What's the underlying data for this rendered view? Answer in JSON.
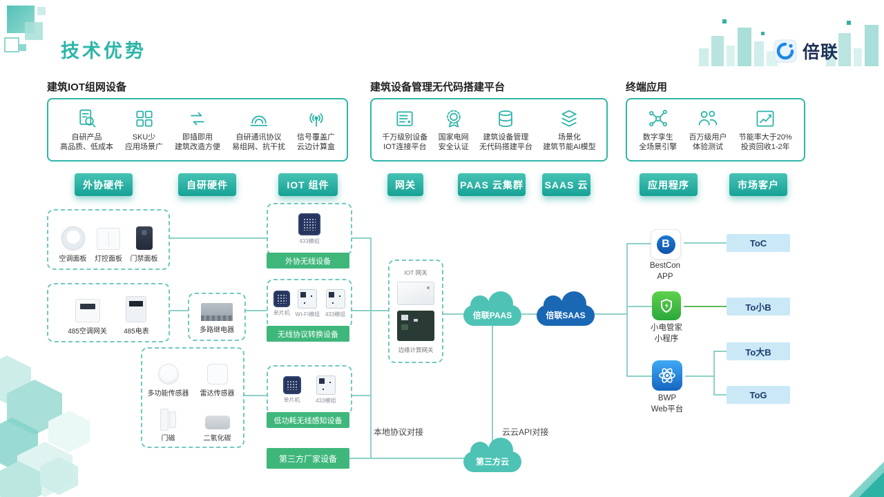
{
  "header": {
    "title": "技术优势",
    "brand": "倍联"
  },
  "sections": {
    "iot_devices": {
      "heading": "建筑IOT组网设备",
      "features": [
        {
          "icon": "self-developed-product-icon",
          "line1": "自研产品",
          "line2": "高品质、低成本"
        },
        {
          "icon": "sku-grid-icon",
          "line1": "SKU少",
          "line2": "应用场景广"
        },
        {
          "icon": "plug-and-play-icon",
          "line1": "即插即用",
          "line2": "建筑改造方便"
        },
        {
          "icon": "protocol-antenna-icon",
          "line1": "自研通讯协议",
          "line2": "易组网、抗干扰"
        },
        {
          "icon": "signal-coverage-icon",
          "line1": "信号覆盖广",
          "line2": "云边计算盒"
        }
      ]
    },
    "platform": {
      "heading": "建筑设备管理无代码搭建平台",
      "features": [
        {
          "icon": "iot-connect-platform-icon",
          "line1": "千万级别设备",
          "line2": "IOT连接平台"
        },
        {
          "icon": "security-cert-icon",
          "line1": "国家电网",
          "line2": "安全认证"
        },
        {
          "icon": "nocode-database-icon",
          "line1": "建筑设备管理",
          "line2": "无代码搭建平台"
        },
        {
          "icon": "ai-model-layers-icon",
          "line1": "场景化",
          "line2": "建筑节能AI模型"
        }
      ]
    },
    "terminal": {
      "heading": "终端应用",
      "features": [
        {
          "icon": "digital-twin-icon",
          "line1": "数字孪生",
          "line2": "全场景引擎"
        },
        {
          "icon": "million-users-icon",
          "line1": "百万级用户",
          "line2": "体验测试"
        },
        {
          "icon": "energy-saving-icon",
          "line1": "节能率大于20%",
          "line2": "投资回收1-2年"
        }
      ]
    }
  },
  "pills": [
    {
      "label": "外协硬件"
    },
    {
      "label": "自研硬件"
    },
    {
      "label": "IOT 组件"
    },
    {
      "label": "网关"
    },
    {
      "label": "PAAS 云集群"
    },
    {
      "label": "SAAS 云"
    },
    {
      "label": "应用程序"
    },
    {
      "label": "市场客户"
    }
  ],
  "devices": {
    "external_group1": [
      {
        "label": "空调面板"
      },
      {
        "label": "灯控面板"
      },
      {
        "label": "门禁面板"
      }
    ],
    "external_group2": [
      {
        "label": "485空调网关"
      },
      {
        "label": "485电表"
      }
    ],
    "relay": {
      "label": "多路继电器"
    },
    "sensors": [
      {
        "label": "多功能传感器"
      },
      {
        "label": "雷达传感器"
      },
      {
        "label": "门磁"
      },
      {
        "label": "二氧化碳"
      }
    ]
  },
  "iot_components": {
    "comp1": {
      "chips": [
        {
          "label": "433模组"
        }
      ],
      "tag": "外协无线设备"
    },
    "comp2": {
      "chips": [
        {
          "label": "单片机"
        },
        {
          "label": "WI-FI模组"
        },
        {
          "label": "433模组"
        }
      ],
      "tag": "无线协议转换设备"
    },
    "comp3": {
      "chips": [
        {
          "label": "单片机"
        },
        {
          "label": "433模组"
        }
      ],
      "tag": "低功耗无线感知设备"
    },
    "third_party_tag": "第三方厂家设备"
  },
  "gateway": {
    "top_label": "IOT 网关",
    "bottom_label": "边缘计算网关"
  },
  "clouds": {
    "paas": {
      "label": "倍联PAAS"
    },
    "saas": {
      "label": "倍联SAAS"
    },
    "third": {
      "label": "第三方云"
    }
  },
  "end_apps": [
    {
      "icon": "bestcon-app-icon",
      "line1": "BestCon",
      "line2": "APP"
    },
    {
      "icon": "mini-program-icon",
      "line1": "小电管家",
      "line2": "小程序"
    },
    {
      "icon": "bwp-web-icon",
      "line1": "BWP",
      "line2": "Web平台"
    }
  ],
  "markets": [
    {
      "label": "ToC"
    },
    {
      "label": "To小B"
    },
    {
      "label": "To大B"
    },
    {
      "label": "ToG"
    }
  ],
  "annotations": {
    "local_protocol": "本地协议对接",
    "cloud_api": "云云API对接"
  },
  "colors": {
    "accent": "#2BB3A8",
    "tag_green": "#3FB77B",
    "cloud_teal": "#4EC3B5",
    "cloud_blue": "#1A67B4",
    "market_bg": "#CBE8F7"
  }
}
